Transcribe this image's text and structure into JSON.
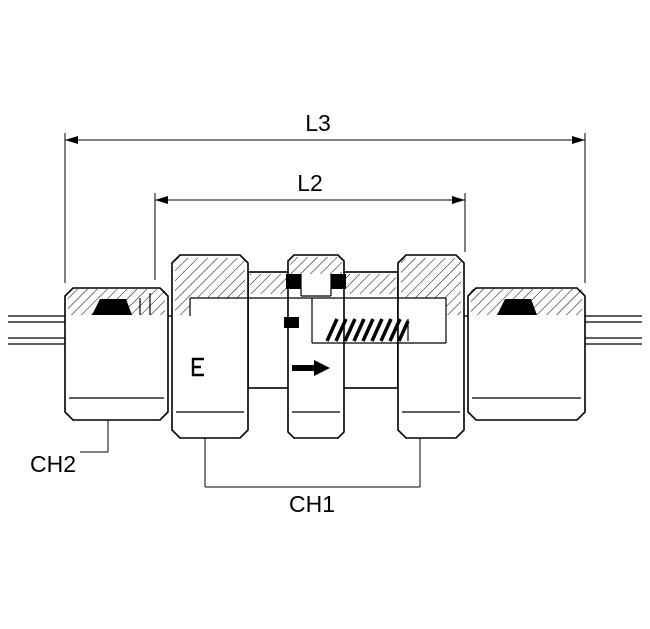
{
  "drawing": {
    "title": "check-valve-cross-section",
    "labels": {
      "l3": "L3",
      "l2": "L2",
      "ch2": "CH2",
      "ch1": "CH1"
    },
    "colors": {
      "line": "#000000",
      "background": "#ffffff"
    }
  }
}
